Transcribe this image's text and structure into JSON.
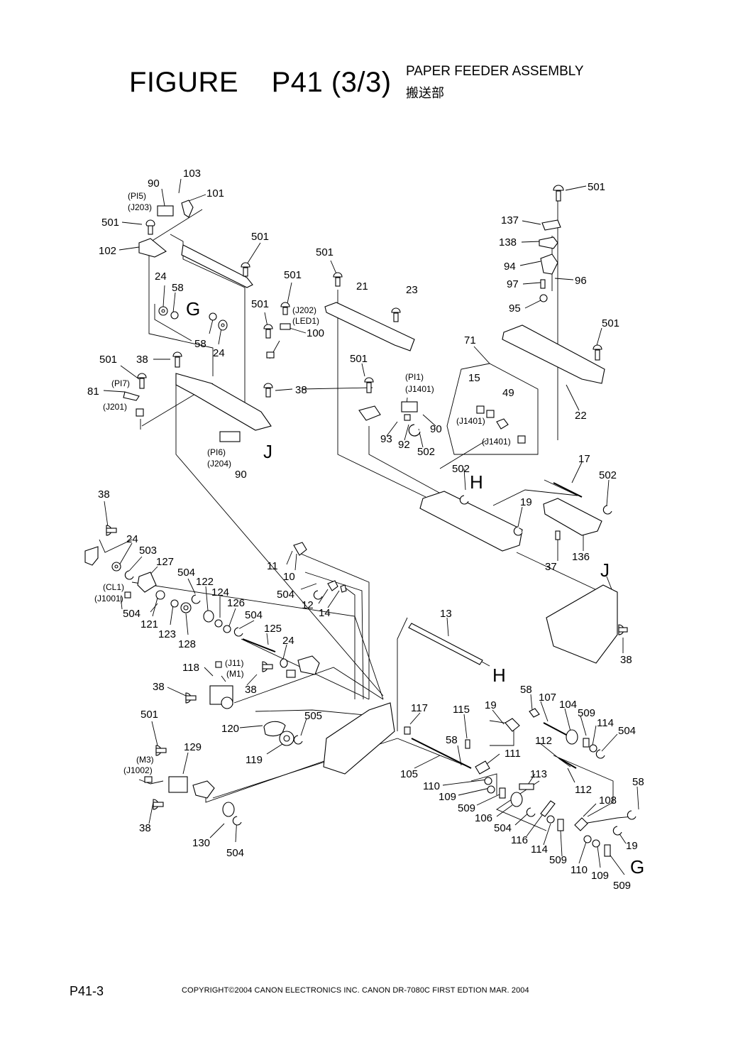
{
  "header": {
    "figure_title": "FIGURE    P41 (3/3)",
    "assembly_name": "PAPER FEEDER ASSEMBLY",
    "assembly_name_jp": "搬送部"
  },
  "callouts": [
    {
      "id": "c103",
      "text": "103"
    },
    {
      "id": "c90a",
      "text": "90"
    },
    {
      "id": "c101",
      "text": "101"
    },
    {
      "id": "c501a",
      "text": "501"
    },
    {
      "id": "c102",
      "text": "102"
    },
    {
      "id": "c501b",
      "text": "501"
    },
    {
      "id": "c501c",
      "text": "501"
    },
    {
      "id": "c501d",
      "text": "501"
    },
    {
      "id": "c21",
      "text": "21"
    },
    {
      "id": "c23",
      "text": "23"
    },
    {
      "id": "c24a",
      "text": "24"
    },
    {
      "id": "c58a",
      "text": "58"
    },
    {
      "id": "c501e",
      "text": "501"
    },
    {
      "id": "c100",
      "text": "100"
    },
    {
      "id": "c58b",
      "text": "58"
    },
    {
      "id": "c24b",
      "text": "24"
    },
    {
      "id": "c501f",
      "text": "501"
    },
    {
      "id": "c38a",
      "text": "38"
    },
    {
      "id": "c81",
      "text": "81"
    },
    {
      "id": "c38b",
      "text": "38"
    },
    {
      "id": "c501g",
      "text": "501"
    },
    {
      "id": "c90b",
      "text": "90"
    },
    {
      "id": "c93",
      "text": "93"
    },
    {
      "id": "c92",
      "text": "92"
    },
    {
      "id": "c502a",
      "text": "502"
    },
    {
      "id": "c90c",
      "text": "90"
    },
    {
      "id": "c71",
      "text": "71"
    },
    {
      "id": "c15",
      "text": "15"
    },
    {
      "id": "c49",
      "text": "49"
    },
    {
      "id": "c501h",
      "text": "501"
    },
    {
      "id": "c137",
      "text": "137"
    },
    {
      "id": "c138",
      "text": "138"
    },
    {
      "id": "c94",
      "text": "94"
    },
    {
      "id": "c97",
      "text": "97"
    },
    {
      "id": "c96",
      "text": "96"
    },
    {
      "id": "c95",
      "text": "95"
    },
    {
      "id": "c501i",
      "text": "501"
    },
    {
      "id": "c22",
      "text": "22"
    },
    {
      "id": "c17",
      "text": "17"
    },
    {
      "id": "c502b",
      "text": "502"
    },
    {
      "id": "c502c",
      "text": "502"
    },
    {
      "id": "c19a",
      "text": "19"
    },
    {
      "id": "c37",
      "text": "37"
    },
    {
      "id": "c136",
      "text": "136"
    },
    {
      "id": "c38c",
      "text": "38"
    },
    {
      "id": "c24c",
      "text": "24"
    },
    {
      "id": "c503",
      "text": "503"
    },
    {
      "id": "c127",
      "text": "127"
    },
    {
      "id": "c504a",
      "text": "504"
    },
    {
      "id": "c122",
      "text": "122"
    },
    {
      "id": "c124",
      "text": "124"
    },
    {
      "id": "c126",
      "text": "126"
    },
    {
      "id": "c504b",
      "text": "504"
    },
    {
      "id": "c121",
      "text": "121"
    },
    {
      "id": "c123",
      "text": "123"
    },
    {
      "id": "c128",
      "text": "128"
    },
    {
      "id": "c504c",
      "text": "504"
    },
    {
      "id": "c125",
      "text": "125"
    },
    {
      "id": "c24d",
      "text": "24"
    },
    {
      "id": "c11",
      "text": "11"
    },
    {
      "id": "c10",
      "text": "10"
    },
    {
      "id": "c504d",
      "text": "504"
    },
    {
      "id": "c12",
      "text": "12"
    },
    {
      "id": "c14",
      "text": "14"
    },
    {
      "id": "c13",
      "text": "13"
    },
    {
      "id": "c38d",
      "text": "38"
    },
    {
      "id": "c118",
      "text": "118"
    },
    {
      "id": "c38e",
      "text": "38"
    },
    {
      "id": "c38f",
      "text": "38"
    },
    {
      "id": "c501j",
      "text": "501"
    },
    {
      "id": "c120",
      "text": "120"
    },
    {
      "id": "c505",
      "text": "505"
    },
    {
      "id": "c119",
      "text": "119"
    },
    {
      "id": "c129",
      "text": "129"
    },
    {
      "id": "c38g",
      "text": "38"
    },
    {
      "id": "c130",
      "text": "130"
    },
    {
      "id": "c504e",
      "text": "504"
    },
    {
      "id": "c117",
      "text": "117"
    },
    {
      "id": "c115",
      "text": "115"
    },
    {
      "id": "c19b",
      "text": "19"
    },
    {
      "id": "c58c",
      "text": "58"
    },
    {
      "id": "c107",
      "text": "107"
    },
    {
      "id": "c104",
      "text": "104"
    },
    {
      "id": "c509a",
      "text": "509"
    },
    {
      "id": "c114a",
      "text": "114"
    },
    {
      "id": "c504f",
      "text": "504"
    },
    {
      "id": "c58d",
      "text": "58"
    },
    {
      "id": "c111",
      "text": "111"
    },
    {
      "id": "c112a",
      "text": "112"
    },
    {
      "id": "c105",
      "text": "105"
    },
    {
      "id": "c113",
      "text": "113"
    },
    {
      "id": "c112b",
      "text": "112"
    },
    {
      "id": "c110a",
      "text": "110"
    },
    {
      "id": "c109a",
      "text": "109"
    },
    {
      "id": "c509b",
      "text": "509"
    },
    {
      "id": "c106",
      "text": "106"
    },
    {
      "id": "c504g",
      "text": "504"
    },
    {
      "id": "c116",
      "text": "116"
    },
    {
      "id": "c114b",
      "text": "114"
    },
    {
      "id": "c509c",
      "text": "509"
    },
    {
      "id": "c108",
      "text": "108"
    },
    {
      "id": "c58e",
      "text": "58"
    },
    {
      "id": "c110b",
      "text": "110"
    },
    {
      "id": "c109b",
      "text": "109"
    },
    {
      "id": "c509d",
      "text": "509"
    },
    {
      "id": "c19c",
      "text": "19"
    }
  ],
  "connector_labels": [
    {
      "id": "pi5",
      "text": "(PI5)"
    },
    {
      "id": "j203",
      "text": "(J203)"
    },
    {
      "id": "j202",
      "text": "(J202)"
    },
    {
      "id": "led1",
      "text": "(LED1)"
    },
    {
      "id": "pi7",
      "text": "(PI7)"
    },
    {
      "id": "j201",
      "text": "(J201)"
    },
    {
      "id": "pi6",
      "text": "(PI6)"
    },
    {
      "id": "j204",
      "text": "(J204)"
    },
    {
      "id": "pi1",
      "text": "(PI1)"
    },
    {
      "id": "j1401a",
      "text": "(J1401)"
    },
    {
      "id": "j1401b",
      "text": "(J1401)"
    },
    {
      "id": "j1401c",
      "text": "(J1401)"
    },
    {
      "id": "cl1",
      "text": "(CL1)"
    },
    {
      "id": "j1001",
      "text": "(J1001)"
    },
    {
      "id": "j11",
      "text": "(J11)"
    },
    {
      "id": "m1",
      "text": "(M1)"
    },
    {
      "id": "m3",
      "text": "(M3)"
    },
    {
      "id": "j1002",
      "text": "(J1002)"
    }
  ],
  "reference_letters": [
    {
      "id": "g1",
      "text": "G"
    },
    {
      "id": "j1",
      "text": "J"
    },
    {
      "id": "h1",
      "text": "H"
    },
    {
      "id": "j2",
      "text": "J"
    },
    {
      "id": "h2",
      "text": "H"
    },
    {
      "id": "g2",
      "text": "G"
    }
  ],
  "footer": {
    "page_number": "P41-3",
    "copyright": "COPYRIGHT©2004 CANON ELECTRONICS INC.   CANON  DR-7080C  FIRST EDTION  MAR.  2004"
  }
}
